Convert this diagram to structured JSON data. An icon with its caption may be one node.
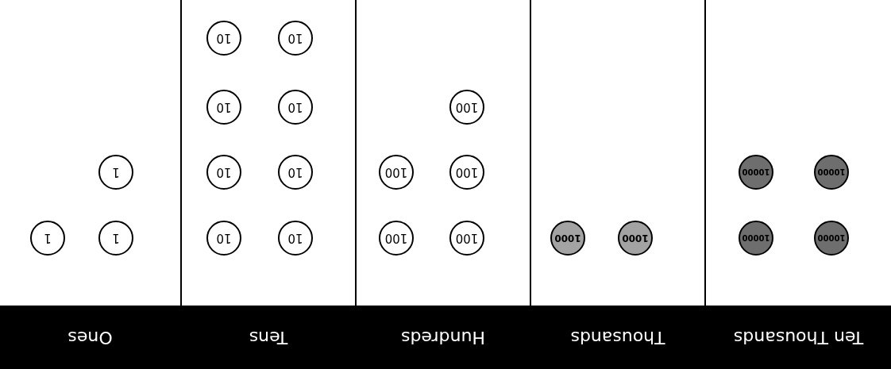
{
  "diagram": {
    "nodes": [
      {
        "text": [
          "Ones"
        ]
      },
      {
        "text": [
          "1"
        ],
        "in": 0
      },
      {
        "text": [
          "1"
        ],
        "in": 0
      },
      {
        "text": [
          "1"
        ],
        "in": 0
      },
      {
        "text": [
          "Tens"
        ]
      },
      {
        "text": [
          "10"
        ],
        "in": 4
      },
      {
        "text": [
          "10"
        ],
        "in": 4
      },
      {
        "text": [
          "10"
        ],
        "in": 4
      },
      {
        "text": [
          "10"
        ],
        "in": 4
      },
      {
        "text": [
          "10"
        ],
        "in": 4
      },
      {
        "text": [
          "10"
        ],
        "in": 4
      },
      {
        "text": [
          "10"
        ],
        "in": 4
      },
      {
        "text": [
          "10"
        ],
        "in": 4
      },
      {
        "text": [
          "Hundreds"
        ]
      },
      {
        "text": [
          "100"
        ],
        "in": 13
      },
      {
        "text": [
          "100"
        ],
        "in": 13
      },
      {
        "text": [
          "100"
        ],
        "in": 13
      },
      {
        "text": [
          "100"
        ],
        "in": 13
      },
      {
        "text": [
          "100"
        ],
        "in": 13
      },
      {
        "text": [
          "Thousands"
        ]
      },
      {
        "text": [
          "1000"
        ],
        "in": 19
      },
      {
        "text": [
          "1000"
        ],
        "in": 19
      },
      {
        "text": [
          "Ten Thousands"
        ]
      },
      {
        "text": [
          "10000"
        ],
        "in": 22
      },
      {
        "text": [
          "10000"
        ],
        "in": 22
      },
      {
        "text": [
          "10000"
        ],
        "in": 22
      },
      {
        "text": [
          "10000"
        ],
        "in": 22
      }
    ],
    "edges": []
  }
}
